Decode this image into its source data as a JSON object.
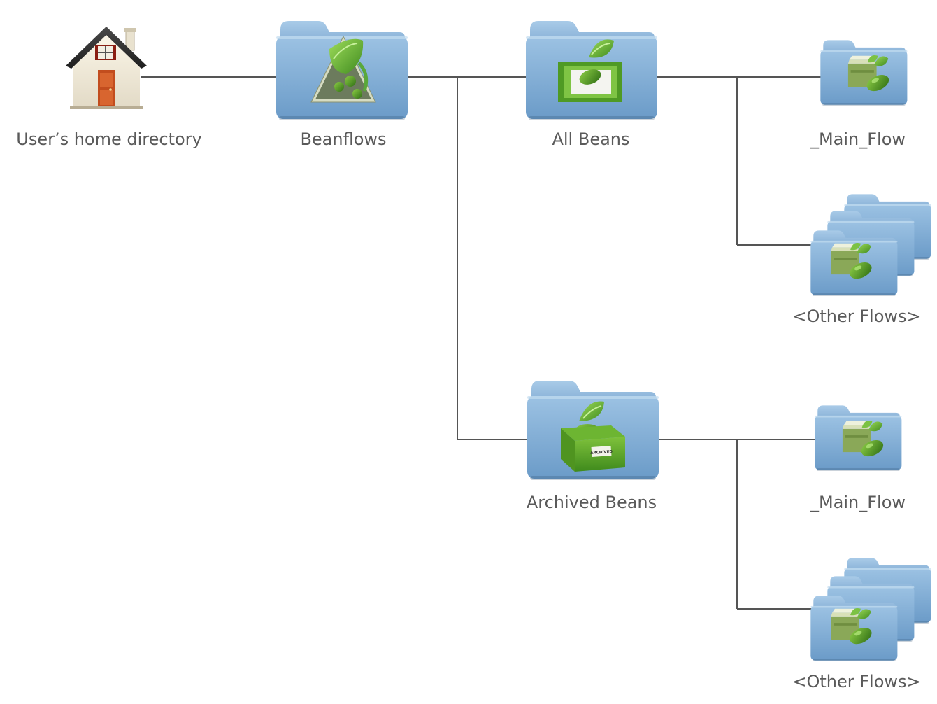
{
  "nodes": {
    "home": {
      "label": "User’s home directory",
      "icon": "house-icon"
    },
    "beanflows": {
      "label": "Beanflows",
      "icon": "beanflows-folder-icon"
    },
    "all_beans": {
      "label": "All Beans",
      "icon": "bean-tray-folder-icon"
    },
    "all_main_flow": {
      "label": "_Main_Flow",
      "icon": "flow-folder-icon"
    },
    "all_other_flows": {
      "label": "<Other Flows>",
      "icon": "stacked-flow-folders-icon"
    },
    "archived_beans": {
      "label": "Archived Beans",
      "icon": "archived-box-folder-icon"
    },
    "archived_main_flow": {
      "label": "_Main_Flow",
      "icon": "flow-folder-icon"
    },
    "archived_other_flows": {
      "label": "<Other Flows>",
      "icon": "stacked-flow-folders-icon"
    }
  },
  "archived_box_text": "ARCHIVED",
  "colors": {
    "folder_body": "#7aa6cf",
    "folder_tab": "#8db4d8",
    "leaf_green": "#5aa83a",
    "bean_green": "#4c8f25",
    "connector": "#555555",
    "label_text": "#5a5a5a"
  }
}
